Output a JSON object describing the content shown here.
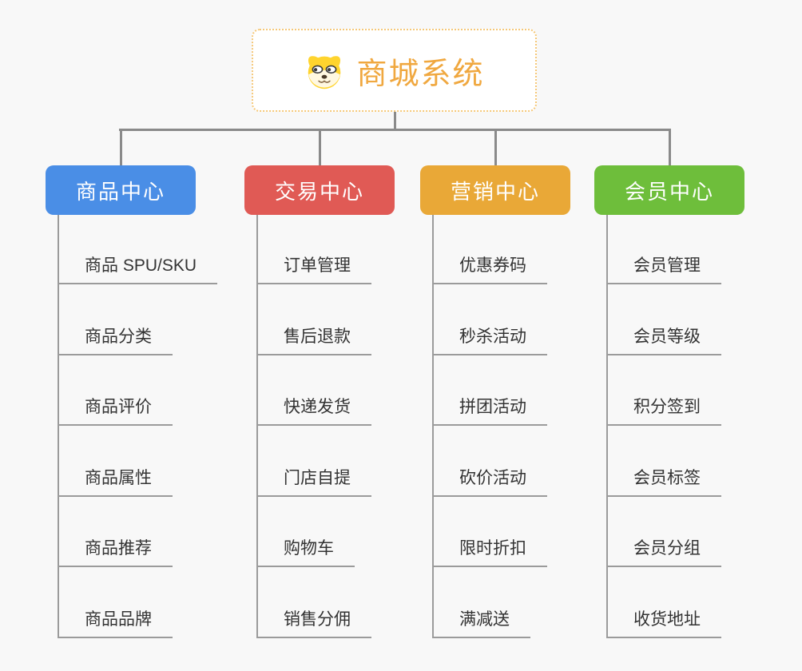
{
  "root": {
    "title": "商城系统",
    "icon": "dog-face-icon",
    "title_color": "#f0a840",
    "border_color": "#f5c879",
    "background": "#ffffff"
  },
  "canvas": {
    "background": "#f8f8f8"
  },
  "connectors": {
    "primary_color": "#8a8a8a",
    "secondary_color": "#9b9b9b"
  },
  "branches": [
    {
      "label": "商品中心",
      "color": "#4a8ee6",
      "items": [
        "商品 SPU/SKU",
        "商品分类",
        "商品评价",
        "商品属性",
        "商品推荐",
        "商品品牌"
      ]
    },
    {
      "label": "交易中心",
      "color": "#e05a55",
      "items": [
        "订单管理",
        "售后退款",
        "快递发货",
        "门店自提",
        "购物车",
        "销售分佣"
      ]
    },
    {
      "label": "营销中心",
      "color": "#e9a837",
      "items": [
        "优惠券码",
        "秒杀活动",
        "拼团活动",
        "砍价活动",
        "限时折扣",
        "满减送"
      ]
    },
    {
      "label": "会员中心",
      "color": "#6ebe3b",
      "items": [
        "会员管理",
        "会员等级",
        "积分签到",
        "会员标签",
        "会员分组",
        "收货地址"
      ]
    }
  ]
}
